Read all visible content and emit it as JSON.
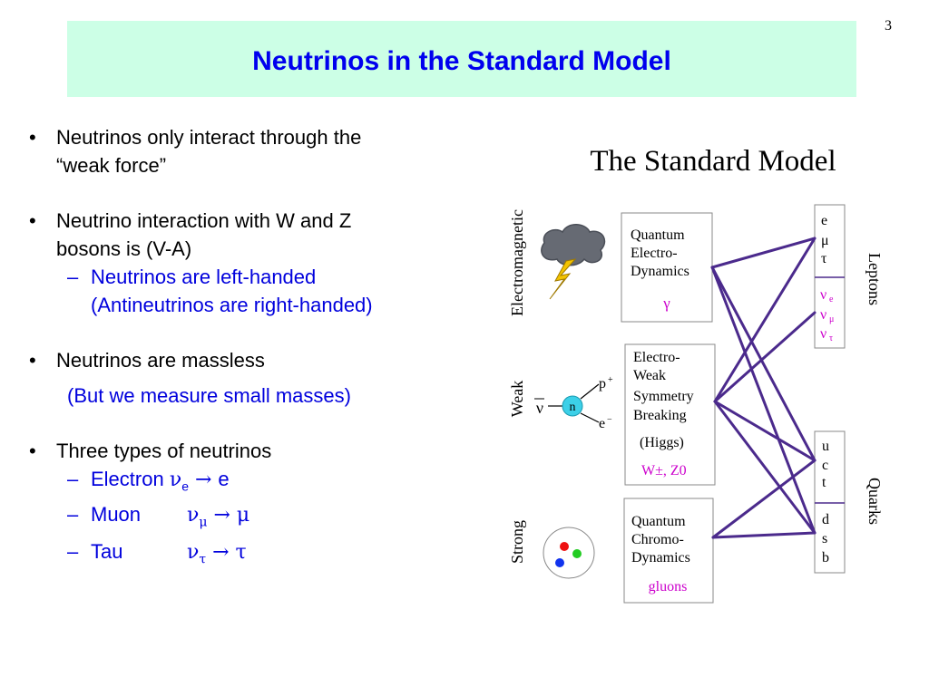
{
  "page_number": "3",
  "title": "Neutrinos in the Standard Model",
  "bullets": {
    "b1_line1": "Neutrinos only interact through the",
    "b1_line2": "“weak force”",
    "b2_line1": "Neutrino interaction with W and Z",
    "b2_line2": "bosons is (V-A)",
    "b2_sub_line1": "Neutrinos are left-handed",
    "b2_sub_line2": "(Antineutrinos are right-handed)",
    "b3": "Neutrinos are massless",
    "b3_note": "(But we measure small masses)",
    "b4": "Three types of neutrinos",
    "electron": {
      "label": "Electron ",
      "nu": "ν",
      "sub": "e",
      "arrow": " → ",
      "result": "e"
    },
    "muon": {
      "label": "Muon",
      "nu": "ν",
      "sub": "μ",
      "arrow": " → ",
      "result": "μ"
    },
    "tau": {
      "label": "Tau",
      "nu": "ν",
      "sub": "τ",
      "arrow": " → ",
      "result": "τ"
    }
  },
  "diagram": {
    "title": "The Standard Model",
    "forces": {
      "em": "Electromagnetic",
      "weak": "Weak",
      "strong": "Strong"
    },
    "qed": {
      "l1": "Quantum",
      "l2": "Electro-",
      "l3": "Dynamics",
      "boson": "γ"
    },
    "ew": {
      "l1": "Electro-",
      "l2": "Weak",
      "l3": "Symmetry",
      "l4": "Breaking",
      "l5": "(Higgs)",
      "boson": "W±, Z0"
    },
    "qcd": {
      "l1": "Quantum",
      "l2": "Chromo-",
      "l3": "Dynamics",
      "boson": "gluons"
    },
    "charged_leptons": [
      "e",
      "μ",
      "τ"
    ],
    "neutrinos": [
      {
        "nu": "ν",
        "sub": "e"
      },
      {
        "nu": "ν",
        "sub": "μ"
      },
      {
        "nu": "ν",
        "sub": "τ"
      }
    ],
    "up_quarks": [
      "u",
      "c",
      "t"
    ],
    "down_quarks": [
      "d",
      "s",
      "b"
    ],
    "leptons_label": "Leptons",
    "quarks_label": "Quarks",
    "decay": {
      "antinu": "ν",
      "neutron": "n",
      "proton": "p",
      "p_charge": "+",
      "electron": "e",
      "e_charge": "−"
    },
    "colors": {
      "lines": "#4b2a8c",
      "neutrino_text": "#cc00cc",
      "box_border": "#888888",
      "divider": "#4b2a8c"
    }
  }
}
